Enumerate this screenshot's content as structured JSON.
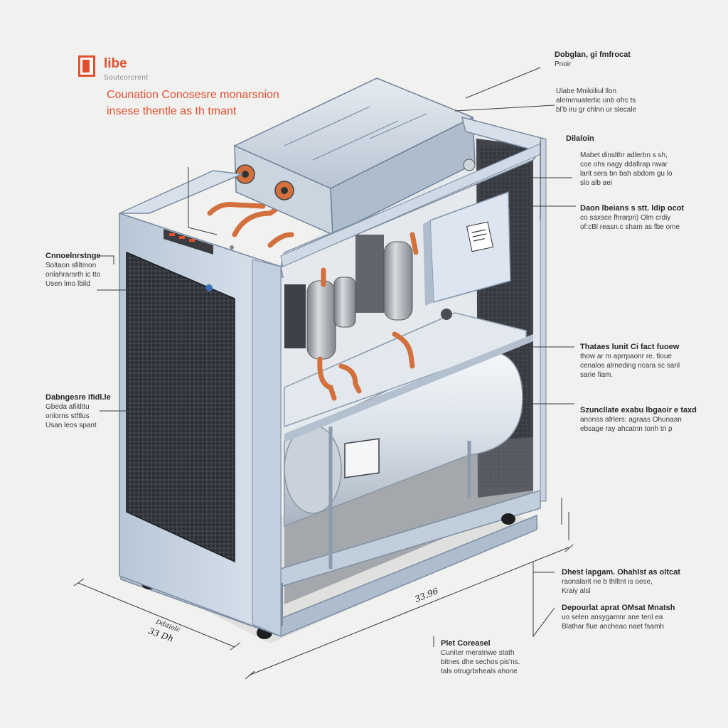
{
  "brand": {
    "logo_letter": "I",
    "name": "libe",
    "subtitle": "Soutcorcrent",
    "accent_color": "#e1502e"
  },
  "headline": "Counation Conosesre monarsnion\ninsese thentle as th tmant",
  "callouts": {
    "top_right": {
      "title": "Dobglan, gi fmfrocat",
      "body": "Pnoir"
    },
    "right_1": {
      "title": "",
      "body": "Ulabe Mnikiiliul llon\nalemmuatertic unb ofrc ts\nbl'b iru gr chlnn ur slecale"
    },
    "right_2": {
      "title": "Dilaloin",
      "body": "Mabet dinslthr adlerbn s sh,\ncoe ohs nagy ddafirap nwar\nlarit sera bn bah abdom gu lo\nslo alb aei"
    },
    "right_3": {
      "title": "Daon lbeians s stt. ldip ocot",
      "body": "co saxsce fhrarpn) Olm crdiy\nof:cBl reasn.c sham as fbe ome"
    },
    "right_4": {
      "title": "Thataes lunit Ci fact fuoew",
      "body": "thow ar m aprrpaonr re. tloue\ncenalos alrneding ncara sc sanl\nsarie fiam."
    },
    "right_5": {
      "title": "Szuncllate exabu lbgaoir e taxd",
      "body": "anonss afrlers: agraas Ohunaan\nebsage ray ahcatnn tonh tri p"
    },
    "right_6": {
      "title": "Dhest lapgam. Ohahlst as oltcat",
      "body": "raonalarit ne b thlltnt is oese,\nKraiy alsl"
    },
    "right_7": {
      "title": "Depourlat aprat OMsat Mnatsh",
      "body": "uo selen ansygamnr ane tenl ea\nBlathar flue ancheao naet fsamh"
    },
    "bottom": {
      "title": "Plet Coreasel",
      "body": "Cuniter meratnwe stath\nbitnes dhe sechos pis'ns.\ntals otrugrbrheals ahone"
    },
    "left_1": {
      "title": "Cnnoelnrstnge",
      "body": "Soltaon sfiltmon\nonlahrarsrth ic tto\nUsen lmo lbild"
    },
    "left_2": {
      "title": "Dabngesre ifidl.le",
      "body": "Gbeda afiitlttu\nonlorns stftlus\nUsan leos spant"
    }
  },
  "dimensions": {
    "width": "33.96",
    "depth_label": "Dditiolc",
    "depth_value": "33 Dh"
  },
  "colors": {
    "frame": "#c9d6e4",
    "frame_dark": "#8fa3b8",
    "pipe_copper": "#d2703e",
    "tank": "#dfe4ea",
    "grille": "#2a2d33"
  }
}
